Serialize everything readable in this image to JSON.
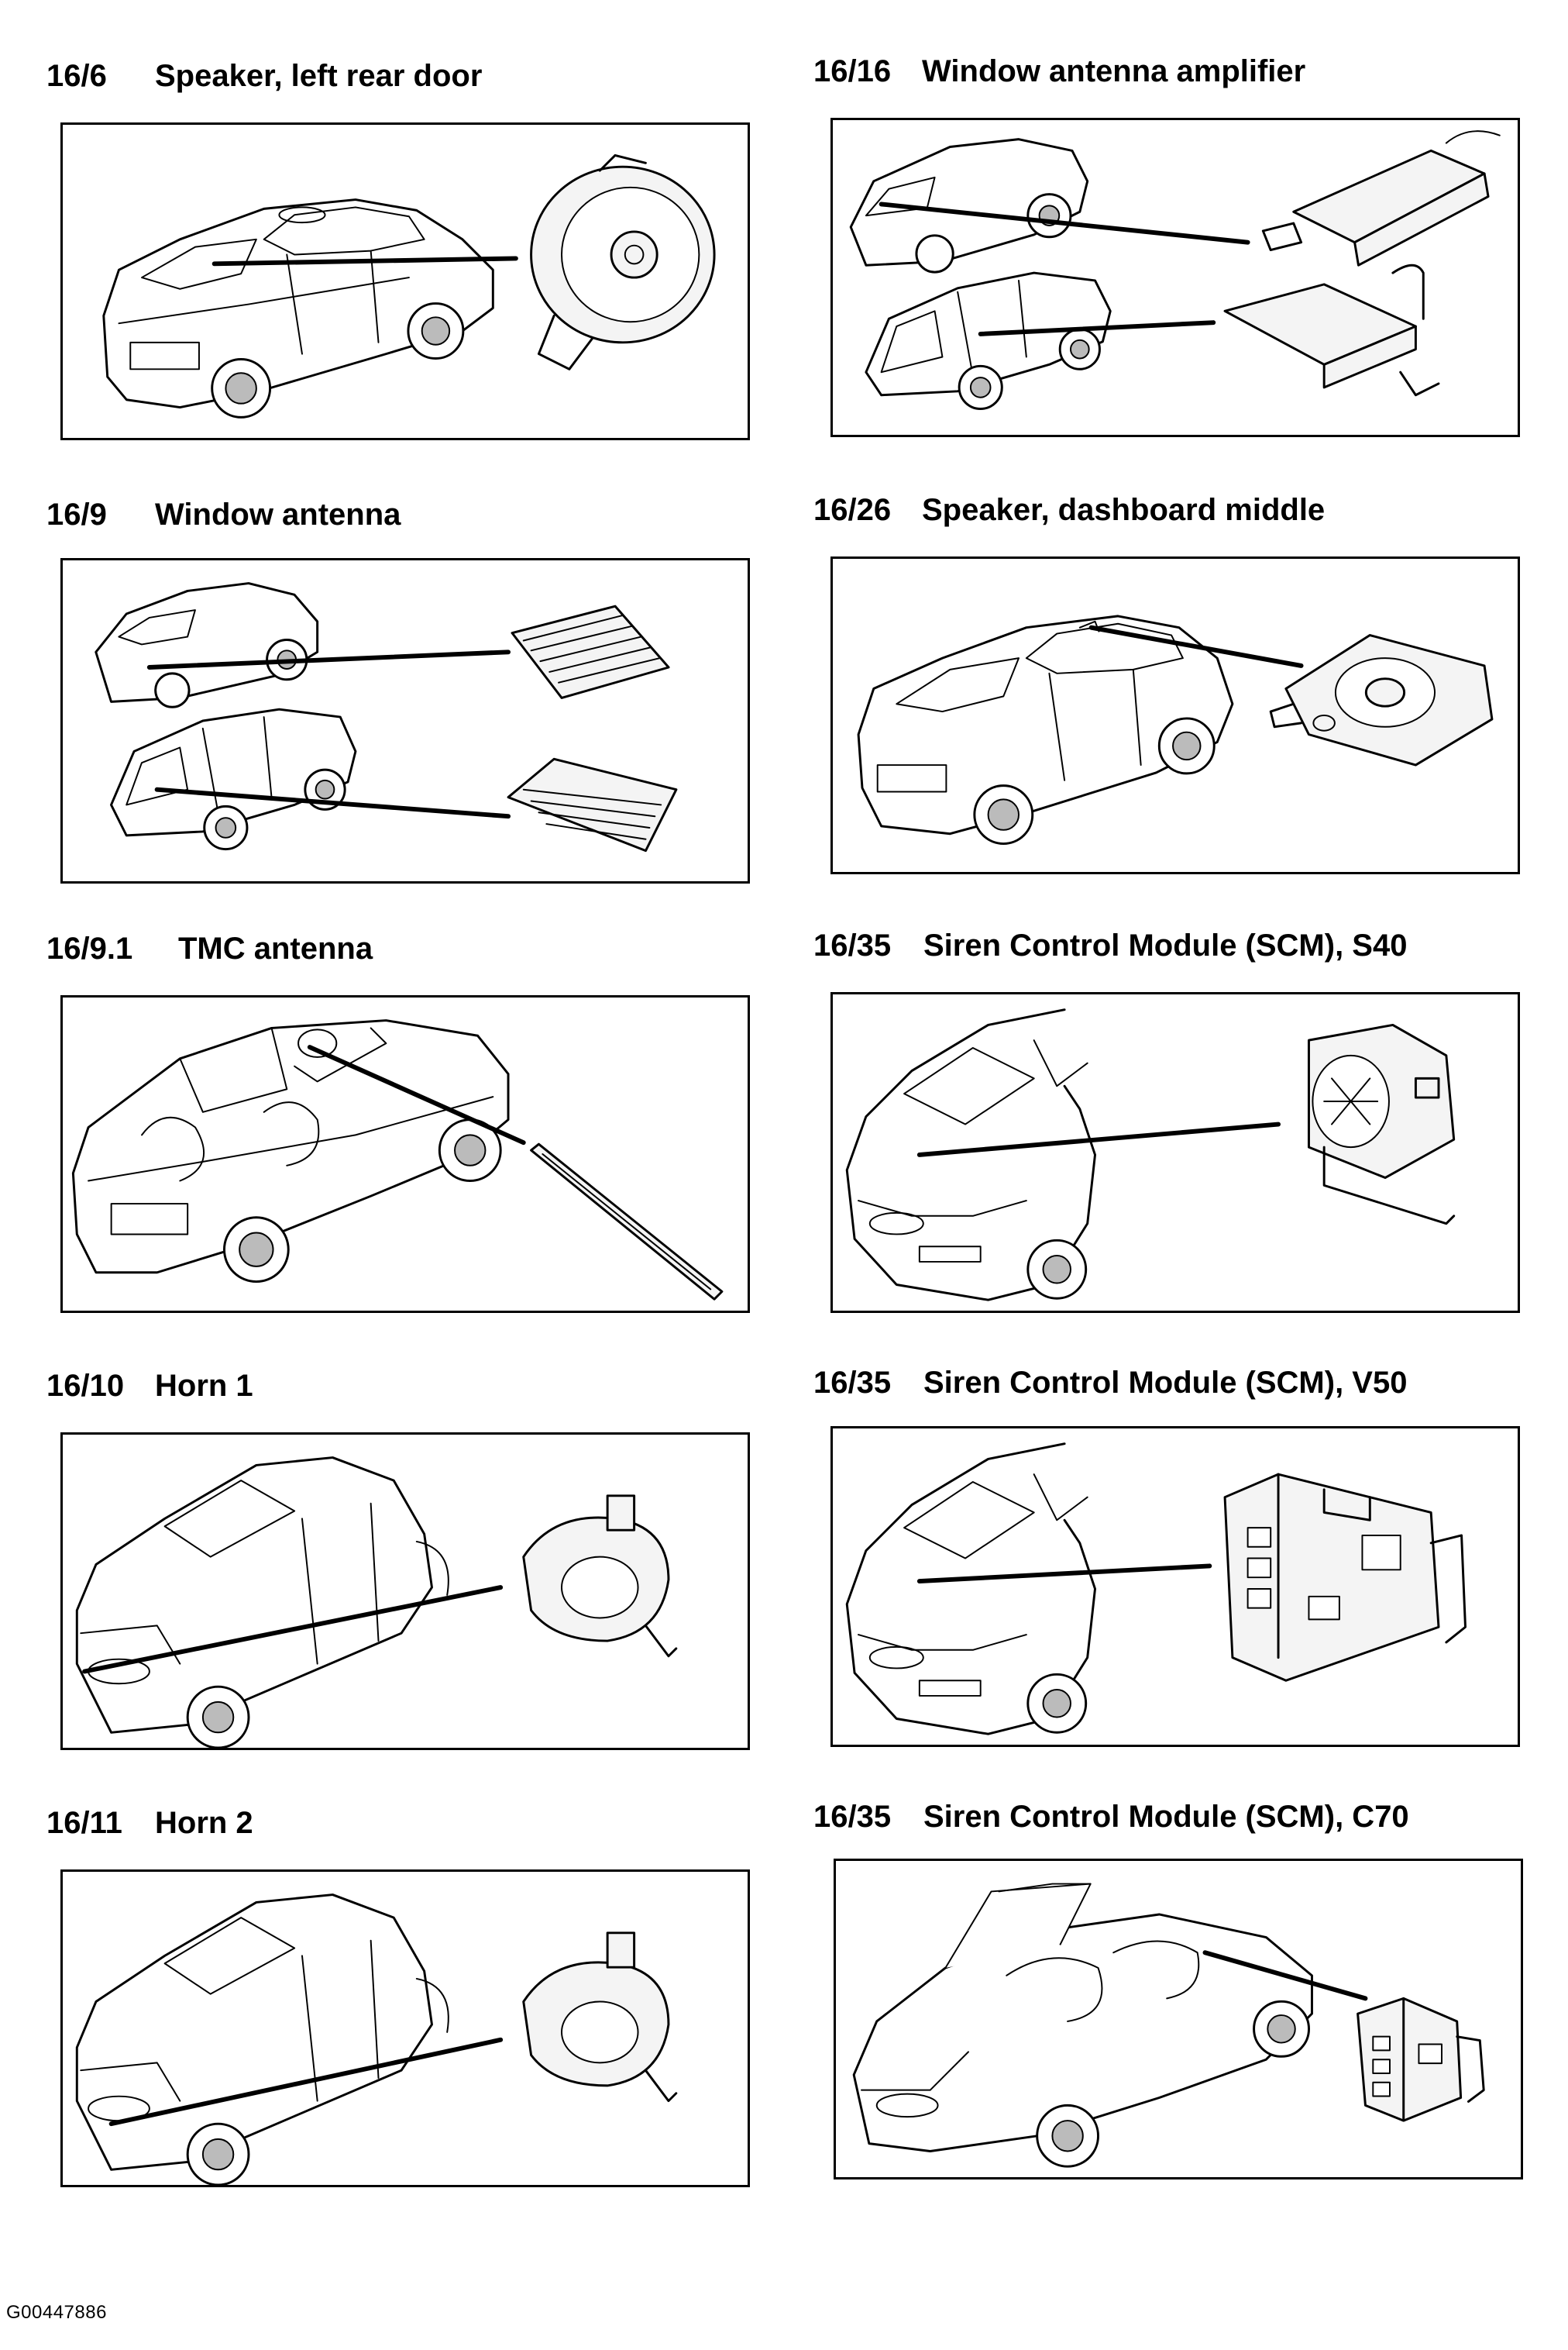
{
  "panels": [
    {
      "code": "16/6",
      "title": "Speaker, left rear door"
    },
    {
      "code": "16/16",
      "title": "Window antenna amplifier"
    },
    {
      "code": "16/9",
      "title": "Window antenna"
    },
    {
      "code": "16/26",
      "title": "Speaker, dashboard middle"
    },
    {
      "code": "16/9.1",
      "title": "TMC antenna"
    },
    {
      "code": "16/35",
      "title": "Siren Control Module (SCM), S40"
    },
    {
      "code": "16/10",
      "title": "Horn 1"
    },
    {
      "code": "16/35",
      "title": "Siren Control Module (SCM), V50"
    },
    {
      "code": "16/11",
      "title": "Horn 2"
    },
    {
      "code": "16/35",
      "title": "Siren Control Module (SCM), C70"
    }
  ],
  "footer": {
    "document_id": "G00447886"
  }
}
